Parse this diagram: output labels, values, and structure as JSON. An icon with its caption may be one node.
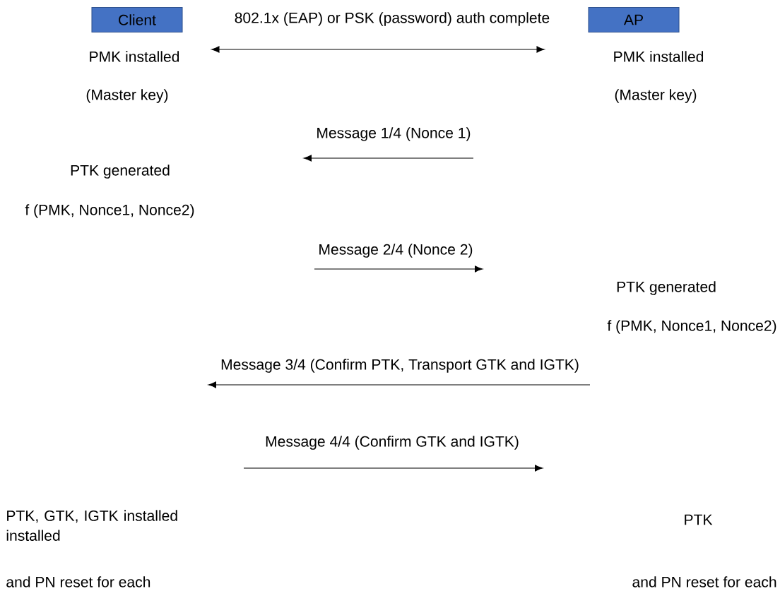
{
  "diagram": {
    "nodes": [
      {
        "text": [
          "Client"
        ]
      },
      {
        "text": [
          "AP"
        ]
      }
    ],
    "edges": [
      {
        "from": 0,
        "to": 1,
        "arrow": "both",
        "label": "802.1x (EAP) or PSK (password) auth complete"
      }
    ],
    "labels": [
      "PMK installed",
      "PMK installed",
      "(Master key)",
      "(Master key)",
      "Message 1/4 (Nonce 1)",
      "PTK generated",
      "f (PMK, Nonce1, Nonce2)",
      "Message 2/4 (Nonce 2)",
      "PTK generated",
      "f (PMK, Nonce1, Nonce2)",
      "Message 3/4 (Confirm PTK, Transport GTK and IGTK)",
      "Message 4/4 (Confirm GTK and IGTK)",
      "PTK, GTK, IGTK installed installed",
      "PTK",
      "and PN reset for each",
      "and PN reset for each"
    ]
  }
}
